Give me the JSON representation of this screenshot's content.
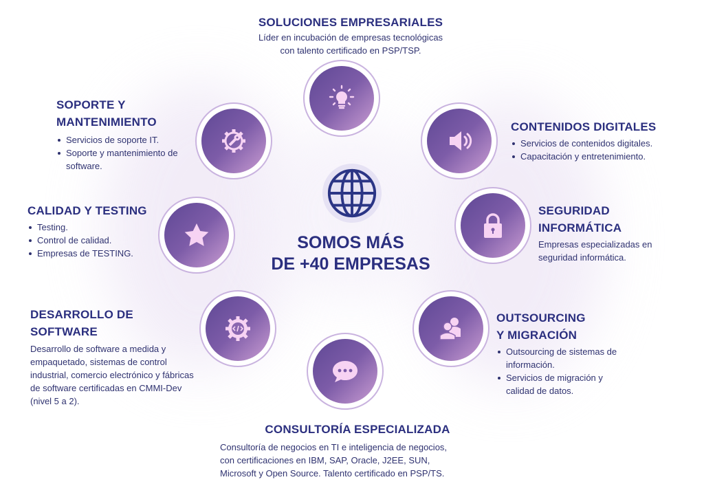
{
  "center": {
    "line1": "SOMOS MÁS",
    "line2": "DE +40 EMPRESAS"
  },
  "soluciones": {
    "title": "SOLUCIONES EMPRESARIALES",
    "text1": "Líder en incubación de empresas tecnológicas",
    "text2": "con talento certificado en PSP/TSP."
  },
  "soporte": {
    "title1": "SOPORTE Y",
    "title2": "MANTENIMIENTO",
    "items": [
      "Servicios de soporte IT.",
      "Soporte y mantenimiento de software."
    ]
  },
  "contenidos": {
    "title": "CONTENIDOS DIGITALES",
    "items": [
      "Servicios de contenidos digitales.",
      "Capacitación y entretenimiento."
    ]
  },
  "calidad": {
    "title": "CALIDAD Y TESTING",
    "items": [
      "Testing.",
      "Control de calidad.",
      "Empresas de TESTING."
    ]
  },
  "seguridad": {
    "title1": "SEGURIDAD",
    "title2": "INFORMÁTICA",
    "text": "Empresas especializadas en seguridad informática."
  },
  "desarrollo": {
    "title1": "DESARROLLO DE",
    "title2": "SOFTWARE",
    "text": "Desarrollo de software a medida y empaquetado, sistemas de control industrial, comercio electrónico y fábricas de software certificadas en CMMI-Dev (nivel 5 a 2)."
  },
  "outsourcing": {
    "title1": "OUTSOURCING",
    "title2": "Y MIGRACIÓN",
    "items": [
      "Outsourcing de sistemas de información.",
      "Servicios de migración y calidad de datos."
    ]
  },
  "consultoria": {
    "title": "CONSULTORÍA ESPECIALIZADA",
    "text1": "Consultoría de negocios en TI e inteligencia de negocios,",
    "text2": "con certificaciones en IBM, SAP, Oracle, J2EE, SUN,",
    "text3": "Microsoft y Open Source. Talento certificado en PSP/TS."
  },
  "colors": {
    "heading": "#2b2f7f",
    "icon": "#f7d3f3",
    "circle_start": "#5f4895",
    "circle_end": "#c99cd2"
  }
}
